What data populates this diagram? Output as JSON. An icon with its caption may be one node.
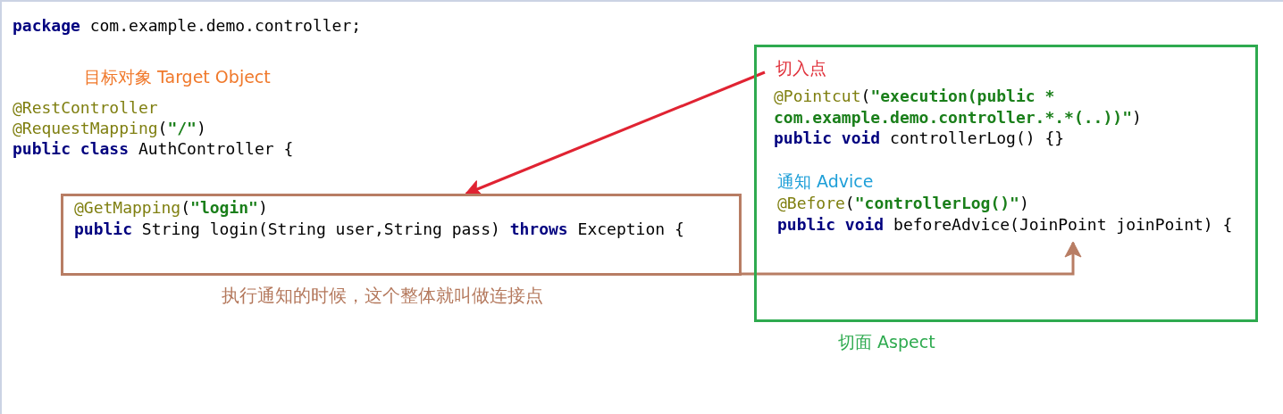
{
  "diagram": {
    "nodes": [
      {
        "text": [],
        "shape": "box",
        "beside": [
          "切面 Aspect"
        ]
      },
      {
        "text": [
          "切入点",
          "@Pointcut(\"execution(public * com.example.demo.controller.*.*(..))\")",
          "**public void** controllerLog() {}"
        ],
        "in": 0
      },
      {
        "text": [
          "通知 Advice",
          "@Before(\"controllerLog()\")",
          "**public void** beforeAdvice(JoinPoint joinPoint) {"
        ],
        "in": 0
      },
      {
        "text": [
          "@GetMapping(\"login\")",
          "**public** String login(String user,String pass) **throws** Exception {"
        ],
        "beside": [
          "执行通知的时候，这个整体就叫做连接点"
        ]
      }
    ],
    "edges": [
      {
        "from": 1,
        "to": 3,
        "arrow": "to",
        "color": "#e02332"
      },
      {
        "from": 3,
        "to": 2,
        "arrow": "to",
        "color": "#b87d64"
      }
    ],
    "labels": [
      "**package** com.example.demo.controller;",
      "目标对象 Target Object",
      "@RestController",
      "@RequestMapping(\"/\")",
      "**public class** AuthController {"
    ]
  }
}
